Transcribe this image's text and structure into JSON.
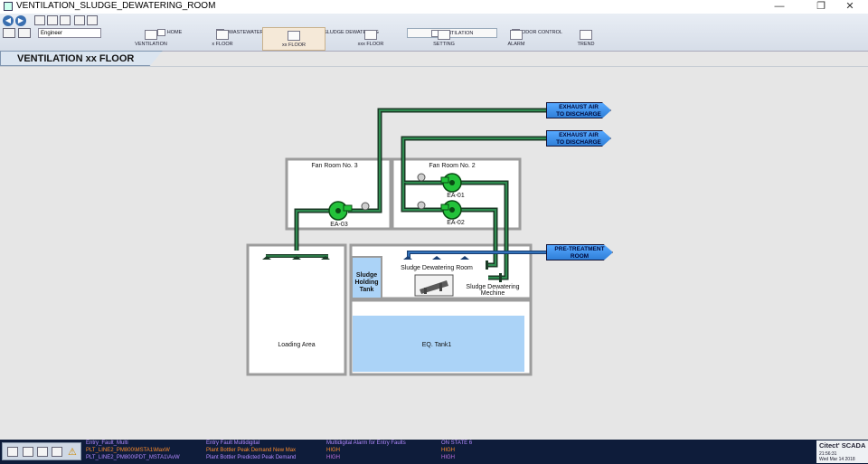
{
  "window": {
    "title": "VENTILATION_SLUDGE_DEWATERING_ROOM",
    "controls": {
      "minimize": "—",
      "restore": "❐",
      "close": "✕"
    }
  },
  "toolbar": {
    "user": "Engineer",
    "tabs_top": [
      {
        "label": "HOME"
      },
      {
        "label": "[ WASTEWATER TREATMENT ]"
      },
      {
        "label": "SLUDGE DEWATERING"
      },
      {
        "label": "VENTILATION"
      },
      {
        "label": "ODOR CONTROL"
      }
    ],
    "active_top": "VENTILATION",
    "tabs_sub": [
      {
        "label": "VENTILATION"
      },
      {
        "label": "x FLOOR"
      },
      {
        "label": "xx FLOOR"
      },
      {
        "label": "xxx FLOOR"
      },
      {
        "label": "SETTING"
      },
      {
        "label": "ALARM"
      },
      {
        "label": "TREND"
      }
    ],
    "active_sub": "xx FLOOR"
  },
  "page_title": "VENTILATION xx FLOOR",
  "diagram": {
    "rooms": {
      "fan_room_3": "Fan Room No. 3",
      "fan_room_2": "Fan Room No. 2",
      "sludge_holding": "Sludge Holding Tank",
      "dewatering_room": "Sludge Dewatering Room",
      "dewatering_machine": "Sludge Dewatering Mechine",
      "loading_area": "Loading Area",
      "eq_tank": "EQ. Tank1"
    },
    "fans": [
      {
        "id": "EA-03",
        "state": "running"
      },
      {
        "id": "EA-01",
        "state": "running"
      },
      {
        "id": "EA-02",
        "state": "running"
      }
    ],
    "destinations": [
      {
        "line1": "EXHAUST AIR",
        "line2": "TO DISCHARGE"
      },
      {
        "line1": "EXHAUST AIR",
        "line2": "TO DISCHARGE"
      },
      {
        "line1": "PRE-TREATMENT",
        "line2": "ROOM"
      }
    ],
    "colors": {
      "exhaust_duct": "#1f5f3a",
      "fresh_duct": "#2f6fb5",
      "fan_running": "#23c23a",
      "tank_water": "#abd3f7",
      "wall": "#9c9c9c"
    }
  },
  "alarms": [
    {
      "tag": "Entry_Fault_Multi",
      "desc": "Entry Fault Multidigital",
      "cat": "Multidigital Alarm for Entry Faults",
      "state": "ON STATE 6"
    },
    {
      "tag": "PLT_LINE2_PM800\\MSTA1\\MaxW",
      "desc": "Plant Bottler Peak Demand New Max",
      "cat": "HIGH",
      "state": "HIGH"
    },
    {
      "tag": "PLT_LINE2_PM800\\PDT_MSTA1\\AvW",
      "desc": "Plant Bottler Predicted Peak Demand",
      "cat": "HIGH",
      "state": "HIGH"
    }
  ],
  "status": {
    "brand": "Citect' SCADA",
    "time": "21:56:31",
    "date": "Wed Mar 14 2018"
  }
}
